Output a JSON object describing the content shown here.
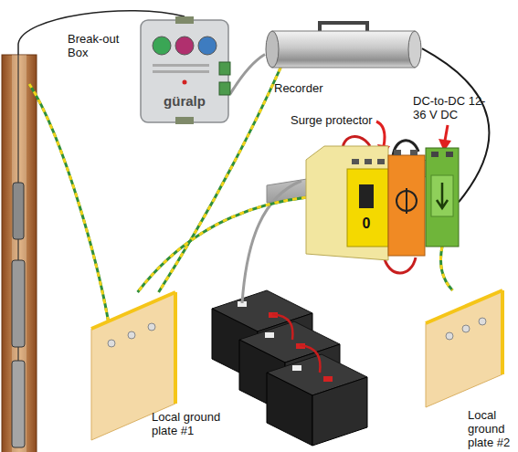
{
  "diagram": {
    "nodes": [
      {
        "text": [
          "Break-out Box",
          "güralp"
        ]
      },
      {
        "text": [
          "Recorder"
        ]
      },
      {
        "text": [
          "Surge protector",
          "0"
        ]
      },
      {
        "text": [
          "DC-to-DC 12-36 V DC"
        ]
      },
      {
        "text": [
          "Local ground plate #1"
        ]
      },
      {
        "text": [
          "Local ground plate #2"
        ]
      }
    ],
    "edges": [
      {
        "from": 0,
        "to": 1,
        "arrow": "none"
      },
      {
        "from": 1,
        "to": 3,
        "arrow": "none"
      },
      {
        "from": 1,
        "to": 4,
        "arrow": "none"
      },
      {
        "from": 2,
        "to": 4,
        "arrow": "none"
      },
      {
        "from": 3,
        "to": 5,
        "arrow": "none"
      }
    ]
  }
}
